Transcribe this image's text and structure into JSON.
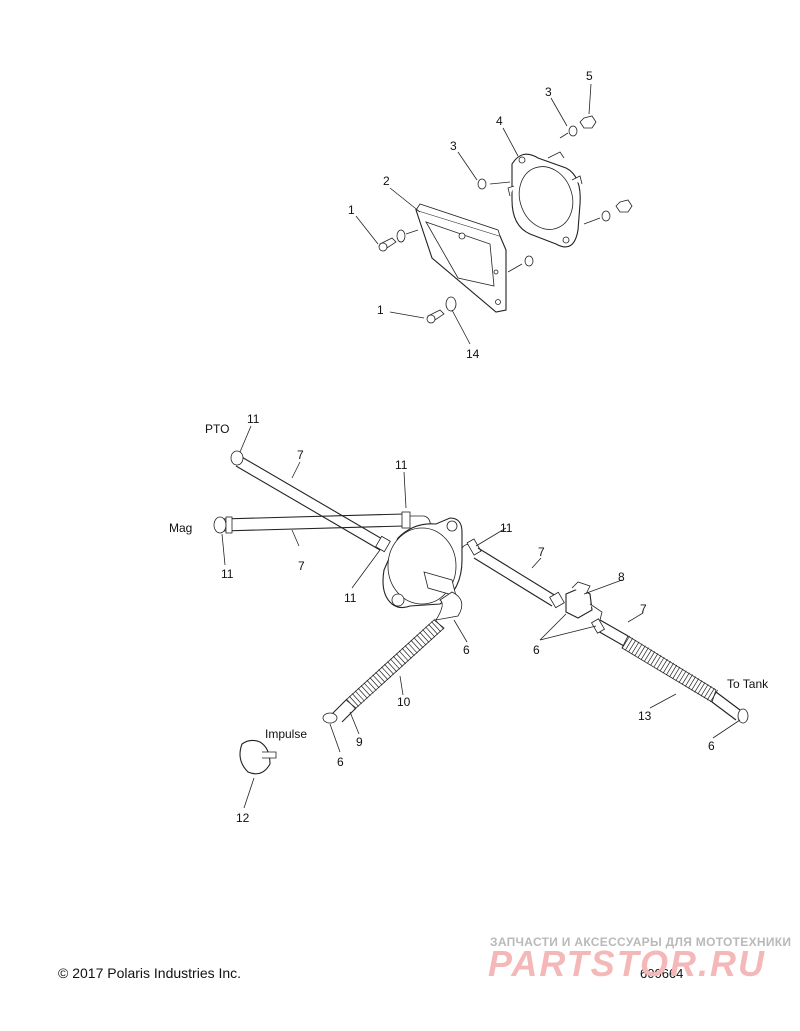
{
  "callouts": {
    "c1a": "1",
    "c1b": "1",
    "c2": "2",
    "c3a": "3",
    "c3b": "3",
    "c4": "4",
    "c5": "5",
    "c14": "14",
    "c11a": "11",
    "c11b": "11",
    "c11c": "11",
    "c11d": "11",
    "c11e": "11",
    "c7a": "7",
    "c7b": "7",
    "c7c": "7",
    "c7d": "7",
    "c8": "8",
    "c6a": "6",
    "c6b": "6",
    "c6c": "6",
    "c6d": "6",
    "c10": "10",
    "c9": "9",
    "c12": "12",
    "c13": "13"
  },
  "annotations": {
    "pto": "PTO",
    "mag": "Mag",
    "impulse": "Impulse",
    "to_tank": "To Tank"
  },
  "footer": {
    "copyright": "© 2017 Polaris Industries Inc.",
    "figure_number": "600664"
  },
  "watermark": {
    "caption": "ЗАПЧАСТИ И АКСЕССУАРЫ ДЛЯ МОТОТЕХНИКИ",
    "logo_text": "PARTSTOR.RU",
    "logo_color": "#f4b8b8"
  },
  "colors": {
    "line": "#222222",
    "background": "#ffffff"
  }
}
